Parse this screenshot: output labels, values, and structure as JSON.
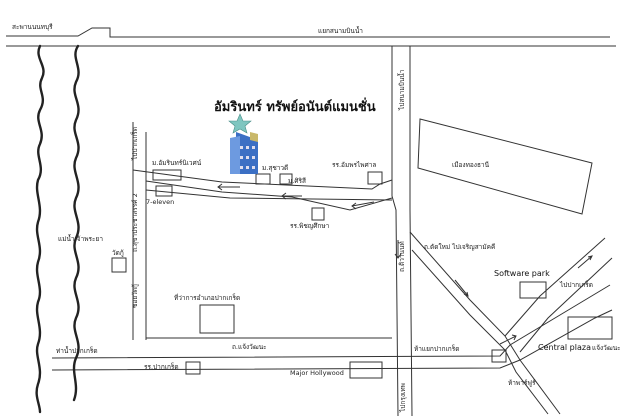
{
  "title": "อัมรินทร์ ทรัพย์อนันต์แมนชั่น",
  "labels": {
    "bridge": "สะพานนนทบุรี",
    "top_right_road": "แยกสนามบินน้ำ",
    "river": "แม่น้ำเจ้าพระยา",
    "temple": "วัดกู้",
    "soi_left": "ซอยวัดกู้",
    "pakkret_pier": "ท่าน้ำปากเกร็ด",
    "soi_sukhapiban": "ถ.สุขาประชาสรรค์ 2",
    "village_amarin": "ม.อัมรินทร์นิเวศน์",
    "seven_eleven": "7-eleven",
    "village_suchada": "ม.สุชาวดี",
    "village_siri": "ม.ศิริสี",
    "school_amarin": "รร.อัมพรไพศาล",
    "school_pichai": "รร.พิชญศึกษา",
    "district_office": "ที่ว่าการอำเภอปากเกร็ด",
    "road_chaengwattana": "ถ.แจ้งวัฒนะ",
    "school_pakkret": "รร.ปากเกร็ด",
    "major_hollywood": "Major Hollywood",
    "pakkret_junction": "ห้าแยกปากเกร็ด",
    "road_tiwanon": "ถ.ติวานนท์",
    "road_new_cut": "ถ.ตัดใหม่ ไปเจริญสามัคคี",
    "muang_thong": "เมืองทองธานี",
    "software_park": "Software park",
    "to_pakkret": "ไปปากเกร็ด",
    "central_plaza": "Central plaza",
    "central_suffix": "แจ้งวัฒนะ",
    "haw_rak": "ห้าพาร์ฟูร์",
    "to_bangkok": "ไปกรุงเทพ",
    "to_nonthaburi": "ไปสนามบินน้ำ"
  },
  "colors": {
    "road": "#333333",
    "river": "#222222",
    "star": "#7fc6c0",
    "building": "#3b6fc4"
  }
}
